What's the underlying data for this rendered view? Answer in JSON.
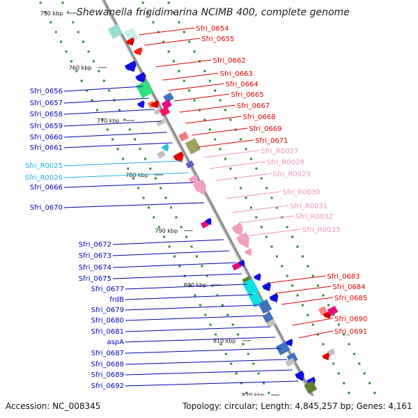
{
  "title": "Shewanella frigidimarina NCIMB 400, complete genome",
  "accession": "Accession: NC_008345",
  "topology": "Topology: circular; Length: 4,845,257 bp; Genes: 4,161",
  "colors": {
    "forward_label": "#e00000",
    "reverse_label": "#0000b0",
    "rna_forward_label": "#f090c0",
    "rna_reverse_label": "#20b0e0",
    "backbone": "#909090",
    "ticks": "#2a8a2a"
  },
  "scale_marks": [
    "750 kbp",
    "760 kbp",
    "770 kbp",
    "780 kbp",
    "790 kbp",
    "800 kbp",
    "810 kbp",
    "820 kbp"
  ],
  "left_labels": [
    {
      "text": "Sfri_0656",
      "type": "reverse"
    },
    {
      "text": "Sfri_0657",
      "type": "reverse"
    },
    {
      "text": "Sfri_0658",
      "type": "reverse"
    },
    {
      "text": "Sfri_0659",
      "type": "reverse"
    },
    {
      "text": "Sfri_0660",
      "type": "reverse"
    },
    {
      "text": "Sfri_0661",
      "type": "reverse"
    },
    {
      "text": "Sfri_R0025",
      "type": "rna_reverse"
    },
    {
      "text": "Sfri_R0026",
      "type": "rna_reverse"
    },
    {
      "text": "Sfri_0666",
      "type": "reverse"
    },
    {
      "text": "Sfri_0670",
      "type": "reverse"
    },
    {
      "text": "Sfri_0672",
      "type": "reverse"
    },
    {
      "text": "Sfri_0673",
      "type": "reverse"
    },
    {
      "text": "Sfri_0674",
      "type": "reverse"
    },
    {
      "text": "Sfri_0675",
      "type": "reverse"
    },
    {
      "text": "Sfri_0677",
      "type": "reverse"
    },
    {
      "text": "frdB",
      "type": "reverse"
    },
    {
      "text": "Sfri_0679",
      "type": "reverse"
    },
    {
      "text": "Sfri_0680",
      "type": "reverse"
    },
    {
      "text": "Sfri_0681",
      "type": "reverse"
    },
    {
      "text": "aspA",
      "type": "reverse"
    },
    {
      "text": "Sfri_0687",
      "type": "reverse"
    },
    {
      "text": "Sfri_0688",
      "type": "reverse"
    },
    {
      "text": "Sfri_0689",
      "type": "reverse"
    },
    {
      "text": "Sfri_0692",
      "type": "reverse"
    }
  ],
  "right_labels": [
    {
      "text": "Sfri_0654",
      "type": "forward"
    },
    {
      "text": "Sfri_0655",
      "type": "forward"
    },
    {
      "text": "Sfri_0662",
      "type": "forward"
    },
    {
      "text": "Sfri_0663",
      "type": "forward"
    },
    {
      "text": "Sfri_0664",
      "type": "forward"
    },
    {
      "text": "Sfri_0665",
      "type": "forward"
    },
    {
      "text": "Sfri_0667",
      "type": "forward"
    },
    {
      "text": "Sfri_0668",
      "type": "forward"
    },
    {
      "text": "Sfri_0669",
      "type": "forward"
    },
    {
      "text": "Sfri_0671",
      "type": "forward"
    },
    {
      "text": "Sfri_R0027",
      "type": "rna_forward"
    },
    {
      "text": "Sfri_R0028",
      "type": "rna_forward"
    },
    {
      "text": "Sfri_R0029",
      "type": "rna_forward"
    },
    {
      "text": "Sfri_R0030",
      "type": "rna_forward"
    },
    {
      "text": "Sfri_R0031",
      "type": "rna_forward"
    },
    {
      "text": "Sfri_R0032",
      "type": "rna_forward"
    },
    {
      "text": "Sfri_R0033",
      "type": "rna_forward"
    },
    {
      "text": "Sfri_0683",
      "type": "forward"
    },
    {
      "text": "Sfri_0684",
      "type": "forward"
    },
    {
      "text": "Sfri_0685",
      "type": "forward"
    },
    {
      "text": "Sfri_0690",
      "type": "forward"
    },
    {
      "text": "Sfri_0691",
      "type": "forward"
    }
  ]
}
